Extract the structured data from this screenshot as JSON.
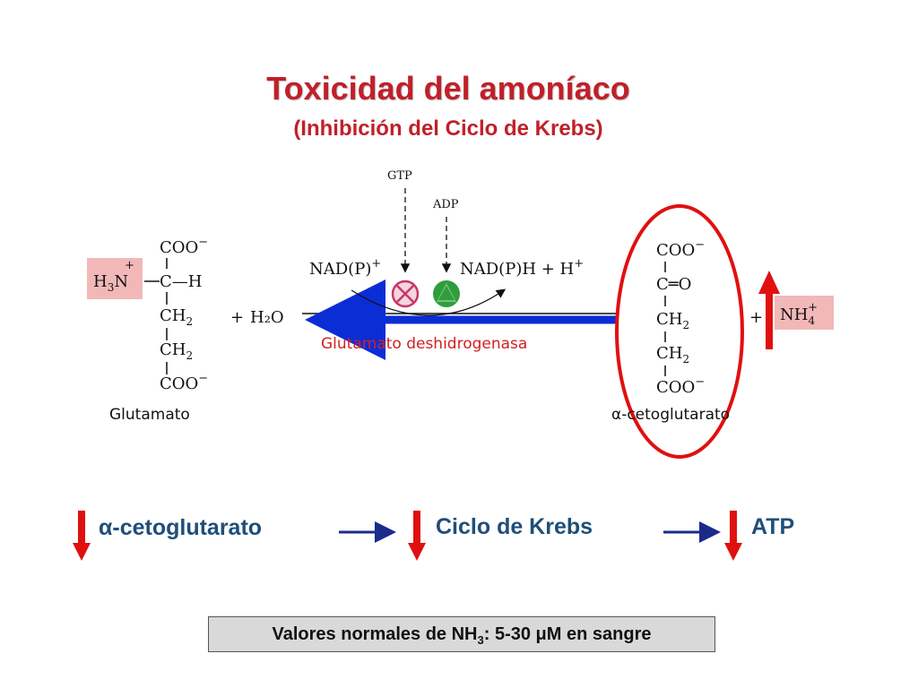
{
  "header": {
    "title": "Toxicidad del amoníaco",
    "subtitle": "(Inhibición del Ciclo de Krebs)"
  },
  "reaction": {
    "substrate_label": "Glutamato",
    "product_label": "α-cetoglutarato",
    "enzyme": "Glutamato deshidrogenasa",
    "water": "H₂O",
    "plus": "+",
    "cofactor_in": "NAD(P)",
    "cofactor_out": "NAD(P)H + H",
    "gtp": "GTP",
    "adp": "ADP",
    "coo": "COO",
    "ch": "C—H",
    "ch2": "CH",
    "co": "C═O",
    "h3n": "H",
    "nh4": "NH",
    "gtp_effect": "inhibitor",
    "adp_effect": "activator"
  },
  "summary": {
    "step1": "α-cetoglutarato",
    "step2": "Ciclo de Krebs",
    "step3": "ATP"
  },
  "footer": {
    "prefix": "Valores normales de NH",
    "sub": "3",
    "suffix": ": 5-30 μM en sangre"
  },
  "colors": {
    "title": "#c0202a",
    "arrow_red": "#e01010",
    "arrow_blue": "#0b2dd6",
    "summary_text": "#1f4e79",
    "highlight": "#f2b8b8",
    "activator": "#2e9e3a",
    "inhibitor": "#c8366a"
  }
}
